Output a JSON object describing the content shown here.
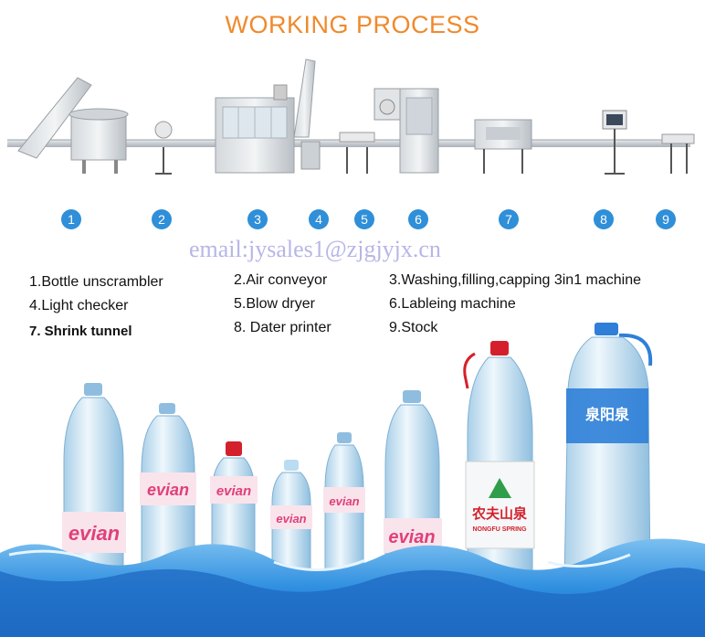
{
  "title": "WORKING PROCESS",
  "email": "email:jysales1@zjgjyjx.cn",
  "step_numbers": [
    "1",
    "2",
    "3",
    "4",
    "5",
    "6",
    "7",
    "8",
    "9"
  ],
  "steps": [
    "1.Bottle unscrambler",
    "2.Air conveyor",
    "3.Washing,filling,capping 3in1 machine",
    "4.Light checker",
    "5.Blow dryer",
    "6.Lableing machine",
    "7. Shrink tunnel",
    "8. Dater printer",
    "9.Stock"
  ],
  "bottle_labels": {
    "brand": "evian",
    "nongfu_cn": "农夫山泉",
    "nongfu_en": "NONGFU SPRING",
    "quanyang_cn": "泉阳泉"
  },
  "colors": {
    "title": "#ef8a2c",
    "number_circle": "#2f8fd8",
    "email": "#b6b6e8",
    "evian_pink": "#e0407a",
    "nongfu_red": "#d4202c",
    "water": "#2f8fe0"
  },
  "icons": [
    "bottle-unscrambler-machine-icon",
    "air-conveyor-icon",
    "filling-machine-icon",
    "light-checker-icon",
    "blow-dryer-icon",
    "labeling-machine-icon",
    "shrink-tunnel-icon",
    "dater-printer-icon",
    "water-splash-icon"
  ]
}
